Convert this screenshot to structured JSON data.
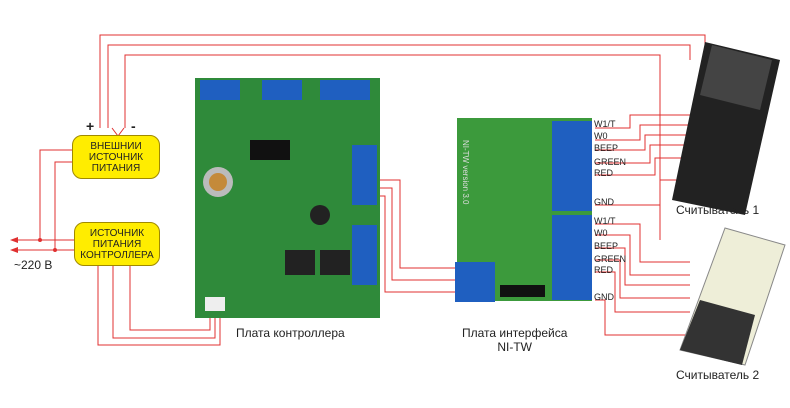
{
  "power_external": {
    "label": "ВНЕШНИИ\nИСТОЧНИК\nПИТАНИЯ",
    "plus": "+",
    "minus": "-"
  },
  "power_controller": {
    "label": "ИСТОЧНИК\nПИТАНИЯ\nКОНТРОЛЛЕРА"
  },
  "mains": {
    "label": "~220 В"
  },
  "controller_board": {
    "label": "Плата контроллера"
  },
  "interface_board": {
    "label": "Плата интерфейса\nNI-TW",
    "silkscreen": "NI-TW version 3.0"
  },
  "reader1": {
    "label": "Считыватель 1",
    "pins": [
      "W1/T",
      "W0",
      "BEEP",
      "GREEN",
      "RED",
      "GND"
    ]
  },
  "reader2": {
    "label": "Считыватель 2",
    "pins": [
      "W1/T",
      "W0",
      "BEEP",
      "GREEN",
      "RED",
      "GND"
    ]
  },
  "colors": {
    "wire": "#e03030",
    "pcb": "#2f8a3a",
    "terminal": "#1f5fc0",
    "box": "#ffed00"
  }
}
